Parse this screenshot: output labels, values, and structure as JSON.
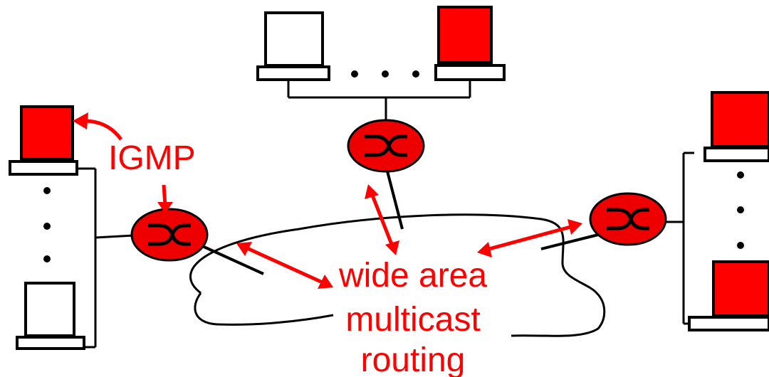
{
  "labels": {
    "igmp": "IGMP",
    "cloud_line1": "wide area",
    "cloud_line2": "multicast",
    "cloud_line3": "routing"
  },
  "colors": {
    "accent": "#ff0000",
    "router_fill": "#ee0000",
    "outline": "#000000",
    "background": "#ffffff"
  },
  "icons": {
    "host_member": "red-computer-icon",
    "host_nonmember": "white-computer-icon",
    "router": "router-icon"
  }
}
